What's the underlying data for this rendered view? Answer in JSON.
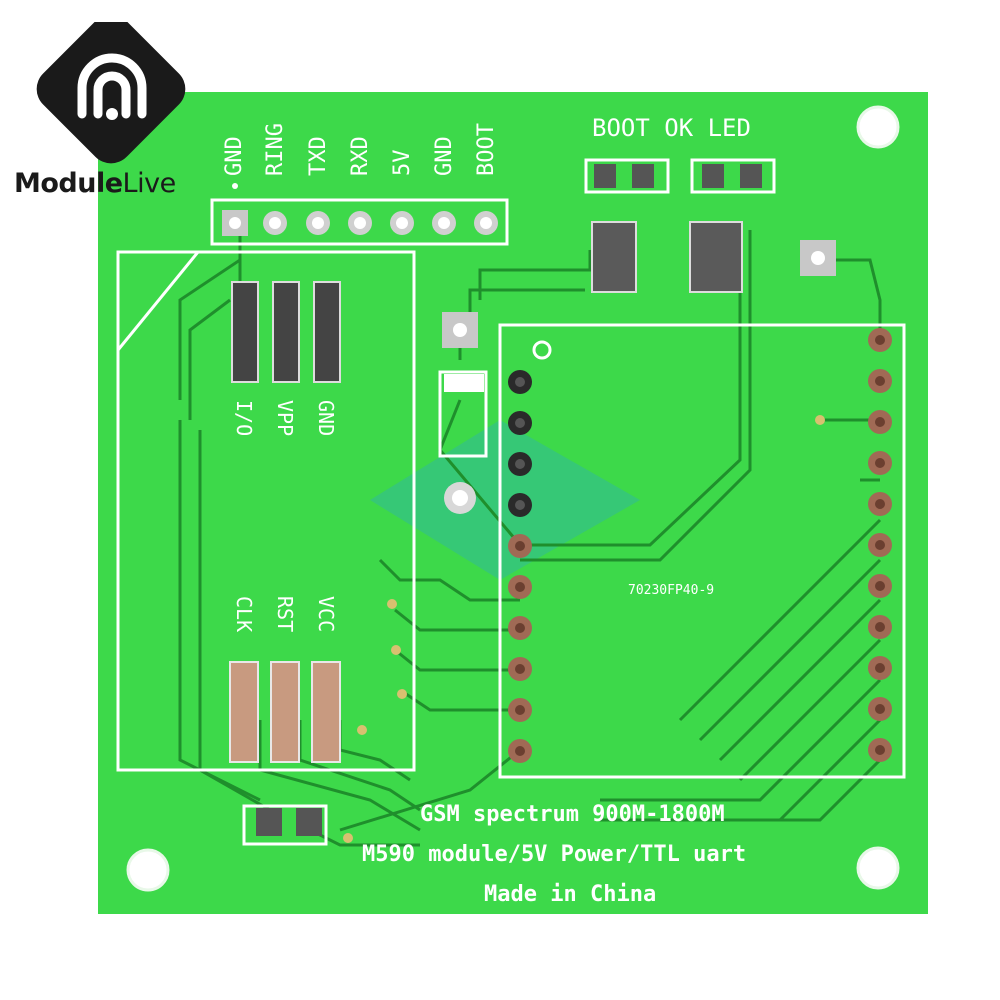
{
  "logo": {
    "brand_part1": "Module",
    "brand_part2": "Live"
  },
  "header_pins": [
    "GND",
    "RING",
    "TXD",
    "RXD",
    "5V",
    "GND",
    "BOOT"
  ],
  "boot_led_label": "BOOT OK LED",
  "sim_top_pins": [
    "I/O",
    "VPP",
    "GND"
  ],
  "sim_bottom_pins": [
    "CLK",
    "RST",
    "VCC"
  ],
  "chip_label": "70230FP40-9",
  "bottom_text": {
    "line1": "GSM spectrum 900M-1800M",
    "line2": "M590 module/5V Power/TTL uart",
    "line3": "Made in China"
  },
  "colors": {
    "pcb_green": "#3dd94a",
    "trace_green": "#1f8f2c",
    "silk": "#ffffff",
    "copper": "#c89a80",
    "logo_dark": "#1a1a1a"
  }
}
